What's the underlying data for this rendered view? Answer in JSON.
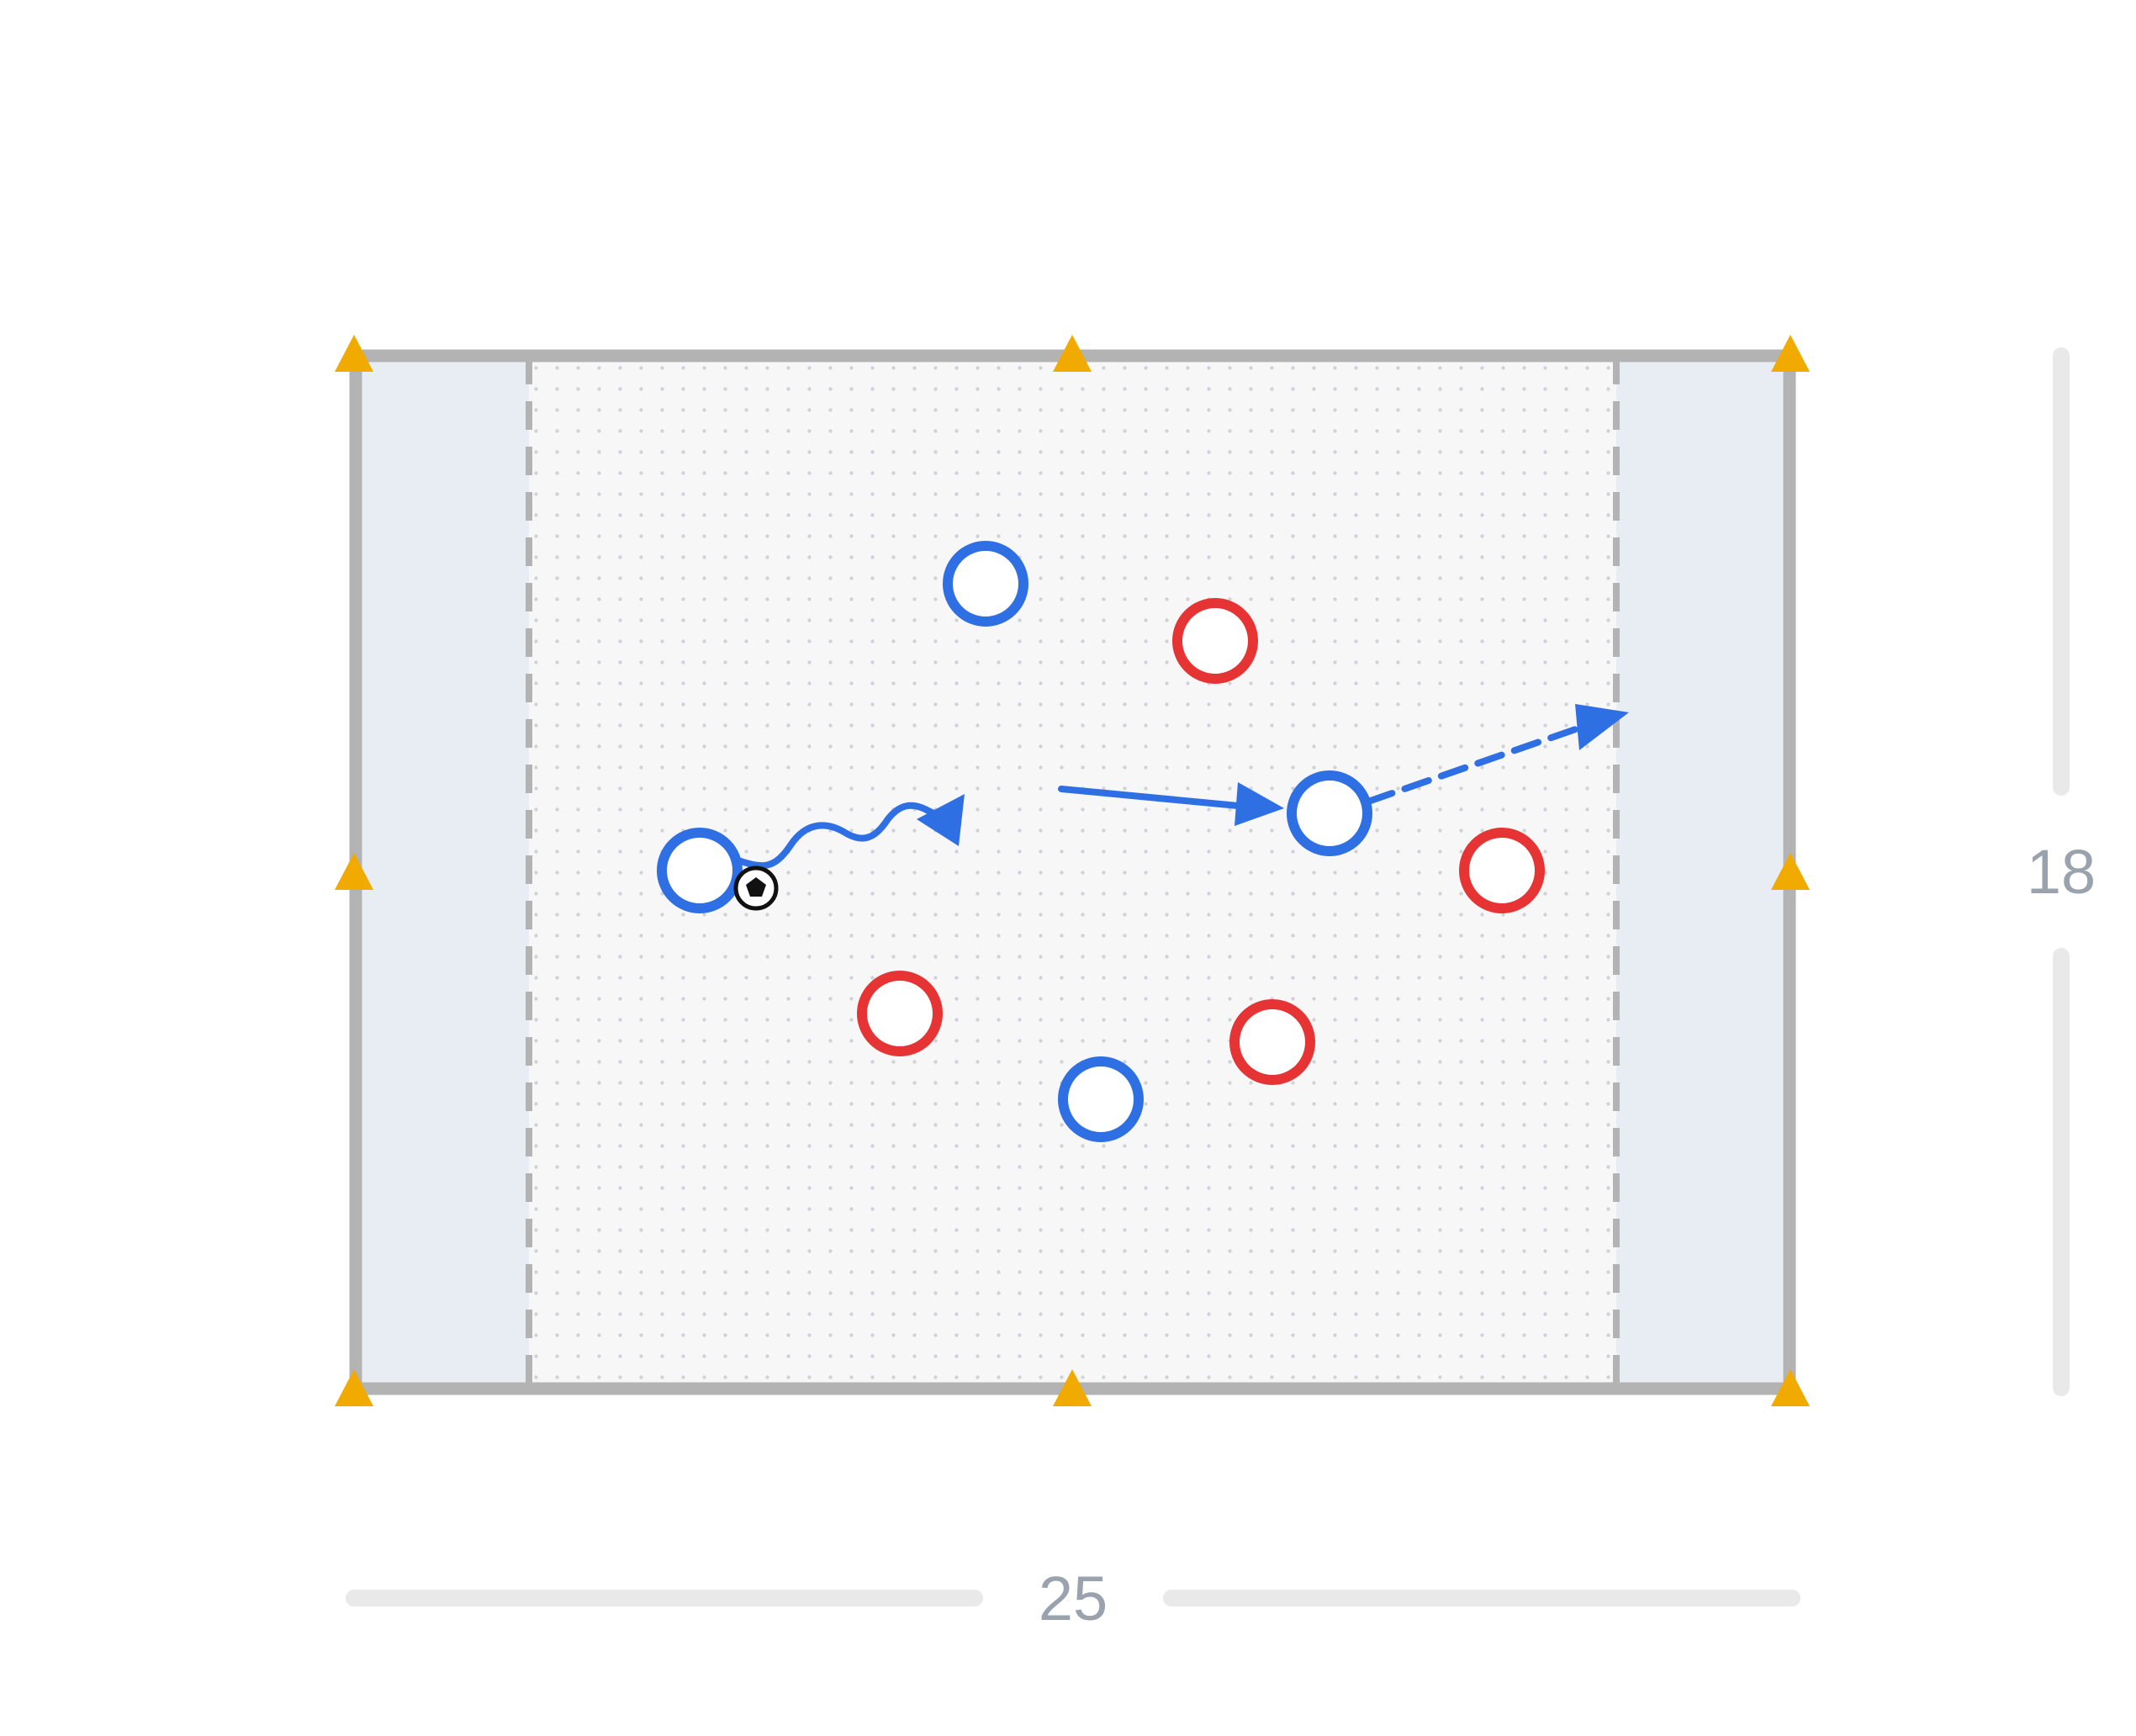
{
  "diagram": {
    "dimensions": {
      "width_label": "25",
      "height_label": "18"
    },
    "colors": {
      "boundary": "#b3b3b3",
      "end_zone": "#e8ecf3",
      "field": "#f7f7f7",
      "field_dots": "#cfd3d8",
      "cone": "#f0aa00",
      "team_blue": "#2f6fe4",
      "team_red": "#e63333",
      "dimension_bar": "#e9e9e9",
      "dimension_text": "#9aa3ad"
    },
    "cones": [
      {
        "id": "top-left"
      },
      {
        "id": "top-middle"
      },
      {
        "id": "top-right"
      },
      {
        "id": "middle-left"
      },
      {
        "id": "middle-right"
      },
      {
        "id": "bottom-left"
      },
      {
        "id": "bottom-middle"
      },
      {
        "id": "bottom-right"
      }
    ],
    "players": [
      {
        "team": "blue",
        "role": "ball-carrier"
      },
      {
        "team": "blue",
        "role": "attacker"
      },
      {
        "team": "blue",
        "role": "receiver"
      },
      {
        "team": "blue",
        "role": "attacker"
      },
      {
        "team": "red",
        "role": "defender"
      },
      {
        "team": "red",
        "role": "defender"
      },
      {
        "team": "red",
        "role": "defender"
      },
      {
        "team": "red",
        "role": "defender"
      }
    ],
    "movements": [
      {
        "type": "dribble",
        "style": "wavy",
        "team": "blue"
      },
      {
        "type": "pass",
        "style": "solid",
        "team": "blue"
      },
      {
        "type": "run",
        "style": "dashed",
        "team": "blue"
      }
    ],
    "ball_icon": "soccer-ball-icon"
  }
}
